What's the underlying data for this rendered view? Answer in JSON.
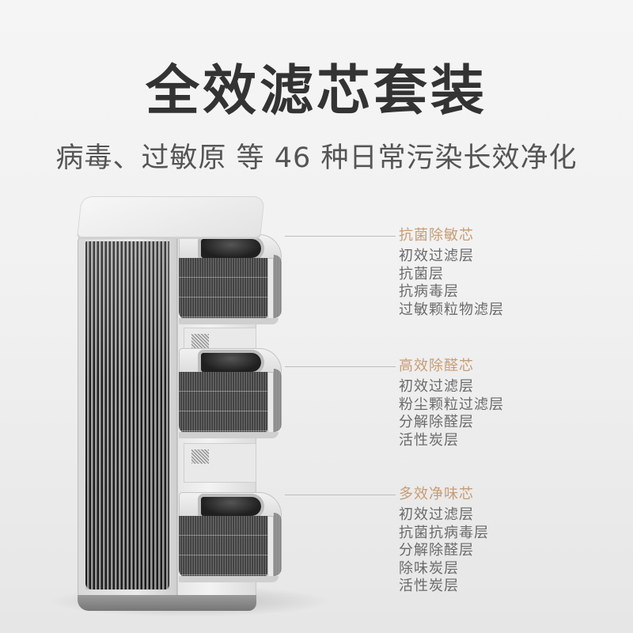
{
  "header": {
    "title": "全效滤芯套装",
    "subtitle": "病毒、过敏原 等 46 种日常污染长效净化"
  },
  "colors": {
    "title": "#333333",
    "subtitle": "#555555",
    "accent_heading": "#c89c74",
    "body_text": "#6a6a6a",
    "background_top": "#f5f5f5",
    "background_bottom": "#e6e6e6"
  },
  "filters": [
    {
      "heading": "抗菌除敏芯",
      "layers": [
        "初效过滤层",
        "抗菌层",
        "抗病毒层",
        "过敏颗粒物滤层"
      ]
    },
    {
      "heading": "高效除醛芯",
      "layers": [
        "初效过滤层",
        "粉尘颗粒过滤层",
        "分解除醛层",
        "活性炭层"
      ]
    },
    {
      "heading": "多效净味芯",
      "layers": [
        "初效过滤层",
        "抗菌抗病毒层",
        "分解除醛层",
        "除味炭层",
        "活性炭层"
      ]
    }
  ],
  "product": {
    "name": "air-purifier-tower",
    "filter_count": 3
  }
}
